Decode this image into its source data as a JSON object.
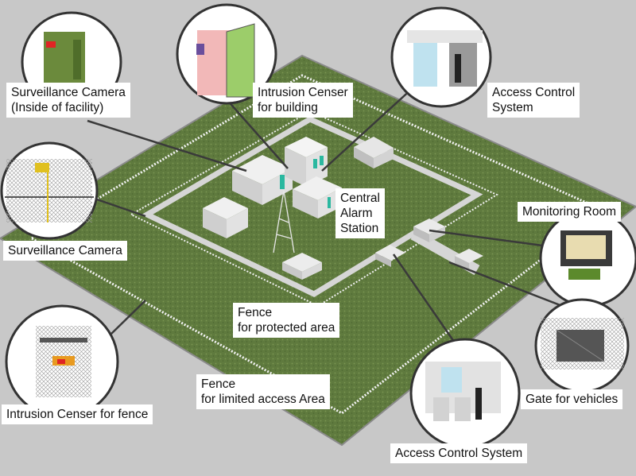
{
  "labels": {
    "surveillance_camera_inside": [
      "Surveillance Camera",
      "(Inside of facility)"
    ],
    "intrusion_censer_building": [
      "Intrusion Censer",
      "for building"
    ],
    "access_control_top": [
      "Access Control",
      "System"
    ],
    "surveillance_camera": [
      "Surveillance Camera"
    ],
    "central_alarm_station": [
      "Central",
      "Alarm",
      "Station"
    ],
    "monitoring_room": [
      "Monitoring Room"
    ],
    "fence_protected": [
      "Fence",
      "for protected area"
    ],
    "fence_limited": [
      "Fence",
      "for limited access Area"
    ],
    "intrusion_censer_fence": [
      "Intrusion Censer for fence"
    ],
    "gate_vehicles": [
      "Gate for vehicles"
    ],
    "access_control_bottom": [
      "Access Control System"
    ]
  },
  "colors": {
    "background": "#c8c8c8",
    "grass": "#5f7a3e",
    "road": "#d6d6d6",
    "building": "#e4e4e4",
    "accent": "#2bb8a0"
  }
}
